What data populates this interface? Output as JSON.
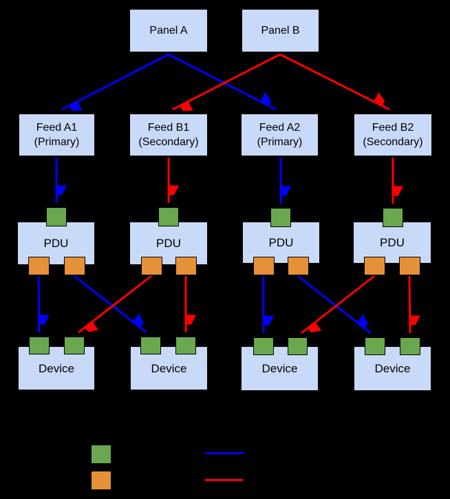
{
  "colors": {
    "background": "#000000",
    "box_fill": "#c9daf8",
    "box_border": "#000000",
    "text": "#000000",
    "input_port": "#6aa84f",
    "output_port": "#e69138",
    "primary_feed": "#0000ff",
    "secondary_feed": "#ff0000"
  },
  "nodes": {
    "panels": [
      {
        "label": "Panel A"
      },
      {
        "label": "Panel B"
      }
    ],
    "feeds": [
      {
        "name": "Feed A1",
        "role": "(Primary)"
      },
      {
        "name": "Feed B1",
        "role": "(Secondary)"
      },
      {
        "name": "Feed A2",
        "role": "(Primary)"
      },
      {
        "name": "Feed B2",
        "role": "(Secondary)"
      }
    ],
    "pdu_label": "PDU",
    "device_label": "Device"
  },
  "legend": {
    "swatches": [
      {
        "name": "green-input-port-swatch",
        "color": "#6aa84f"
      },
      {
        "name": "orange-output-port-swatch",
        "color": "#e69138"
      }
    ],
    "lines": [
      {
        "name": "blue-primary-path-swatch",
        "color": "#0000ff"
      },
      {
        "name": "red-secondary-path-swatch",
        "color": "#ff0000"
      }
    ]
  }
}
